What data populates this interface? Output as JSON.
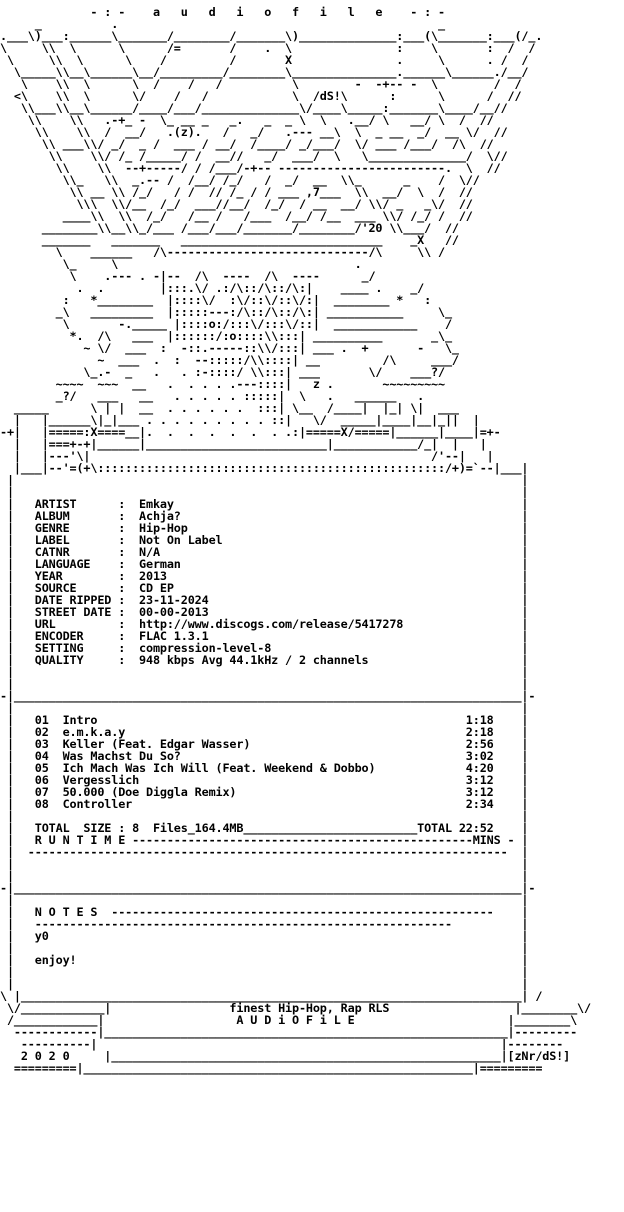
{
  "header_art": [
    "             - : -    a   u   d   i   o   f   i   l   e    - : -",
    "     _          .                                              _",
    ".___\\)___:______\\_______/________/_______\\)______________:___(\\_______:___(/_.",
    "\\     \\\\  \\      \\      /=       /    .  \\               :    \\       :  /  /",
    " \\     \\\\  \\      \\    /         /       X               .     \\      . /  /",
    "  \\_____\\\\__\\______\\__/_________/________\\_______________.______\\______./__/",
    "   \\    \\\\  \\      \\  /    /   /          \\        -  -+-- -  \\        /  /",
    "  <\\    \\\\  \\      \\/    /   /            \\  /dS!\\      :      \\      /  //",
    "   \\\\___\\\\__\\______/____/___/______________\\/____\\_____:_______\\____/__//",
    "    \\\\    \\\\   .-+_ -  \\_ __ _   _.   _  _ \\  \\   .__/ \\   __/ \\  /  //",
    "     \\\\    \\\\  /  __/   .(z).   /   _/   .--- __\\  \\  _ __  _/  __ \\/  //",
    "      \\\\ ___\\\\/ _/  _ /  ___ / __/  /____/ _/___/  \\/ ___ /___/  /\\  //",
    "       \\\\    \\\\/ /_ /_____/ /  __//   _/  ___/  \\   \\______________/  \\//",
    "        \\\\    \\\\  --+-----/ / /___/-+-- ------------------------.  \\  //",
    "         \\\\_   \\\\  _.-- /  /__/ /_/   /  _/  __  \\\\_      _    /  \\//",
    "          \\\\ __ \\\\ /_/   / /  // /_ / / ___ ,7___  \\\\  __/  \\  /  //",
    "           \\\\\\  \\\\/__  /_/  ___//__/  /_/  / __  __/ \\\\/ _   _\\/  //",
    "         ____\\\\  \\\\  /_/   /__ /   /___  /__/ /__  ___ \\\\/ /_/ /  //",
    "      ________\\\\__\\\\_/___ /___/___/_______/________/'20 \\\\___/  //",
    "      _______   _______   _____________________________    _X   //",
    "        \\    ______   /\\-----------------------------/\\     \\\\ /",
    "         \\_     \\                                  .",
    "          \\    .--- . -|--  /\\  ----  /\\  ----      _/",
    "           .  .        |:::.\\/ .:/\\::/\\::/\\:|    ____ .    _/",
    "         :   *________  |::::\\/  :\\/::\\/::\\/:|  ________ *   :",
    "        _\\   _________  |:::::---:/\\::/\\::/\\:| ___________     \\_",
    "         \\       -._____ |::::o:/:::\\/:::\\/::|  ____________    /",
    "          *.  /\\   ___  |::::::/:o::::\\\\:::| __________       _\\_",
    "            ~ \\/  ___  :  -::.-----::\\\\/:::| ___ .  +       -   \\_",
    "              ~  ___  .  :  --:::::/\\\\::::| __         /\\     ___/",
    "            \\_.-  _   .   . :-::::/ \\\\:::| ___       \\/    ___?/",
    "        ~~~~  ~~~  __   .  . . . .---::::|   z .       ~~~~~~~~~",
    "        _?/   ___   __   . . . . . :::::|  \\   .   ______   .",
    "  _____      \\ | |  __  . . . . . .  :::| \\__  /____|  |_| \\|  ___",
    "  |   |______\\|_|___ . . . . . . . . . ::|   \\/  _____|____|__|_||  |",
    "-+|   |=====:X====__|.  .  .  .  .  .  . .:|=====X/=====|______|____|=+-",
    "  |   |===+-+|______|__________________________|____________/_|  |   |",
    "  |   |---'\\|                                                 /'--|   |",
    "  |___|--'=(+\\::::::::::::::::::::::::::::::::::::::::::::::::::/+)=`--|___|"
  ],
  "release_info": [
    {
      "key": "ARTIST",
      "value": "Emkay"
    },
    {
      "key": "ALBUM",
      "value": "Achja?"
    },
    {
      "key": "GENRE",
      "value": "Hip-Hop"
    },
    {
      "key": "LABEL",
      "value": "Not On Label"
    },
    {
      "key": "CATNR",
      "value": "N/A"
    },
    {
      "key": "LANGUAGE",
      "value": "German"
    },
    {
      "key": "YEAR",
      "value": "2013"
    },
    {
      "key": "SOURCE",
      "value": "CD EP"
    },
    {
      "key": "DATE RIPPED",
      "value": "23-11-2024"
    },
    {
      "key": "STREET DATE",
      "value": "00-00-2013"
    },
    {
      "key": "URL",
      "value": "http://www.discogs.com/release/5417278"
    },
    {
      "key": "ENCODER",
      "value": "FLAC 1.3.1"
    },
    {
      "key": "SETTING",
      "value": "compression-level-8"
    },
    {
      "key": "QUALITY",
      "value": "948 kbps Avg 44.1kHz / 2 channels"
    }
  ],
  "tracks": [
    {
      "num": "01",
      "title": "Intro",
      "time": "1:18"
    },
    {
      "num": "02",
      "title": "e.m.k.a.y",
      "time": "2:18"
    },
    {
      "num": "03",
      "title": "Keller (Feat. Edgar Wasser)",
      "time": "2:56"
    },
    {
      "num": "04",
      "title": "Was Machst Du So?",
      "time": "3:02"
    },
    {
      "num": "05",
      "title": "Ich Mach Was Ich Will (Feat. Weekend & Dobbo)",
      "time": "4:20"
    },
    {
      "num": "06",
      "title": "Vergesslich",
      "time": "3:12"
    },
    {
      "num": "07",
      "title": "50.000 (Doe Diggla Remix)",
      "time": "3:12"
    },
    {
      "num": "08",
      "title": "Controller",
      "time": "2:34"
    }
  ],
  "totals": {
    "size_label": "TOTAL  SIZE : 8  Files_164.4MB",
    "total_label": "TOTAL 22:52",
    "runtime_label": "R U N T I M E",
    "mins_label": "MINS -"
  },
  "notes": {
    "title": "N O T E S",
    "lines": [
      "y0",
      "enjoy!"
    ]
  },
  "footer": {
    "tagline": "finest Hip-Hop, Rap RLS",
    "group": "A U D i O F i L E",
    "year": "2 0 2 0",
    "credit": "[zNr/dS!]"
  }
}
